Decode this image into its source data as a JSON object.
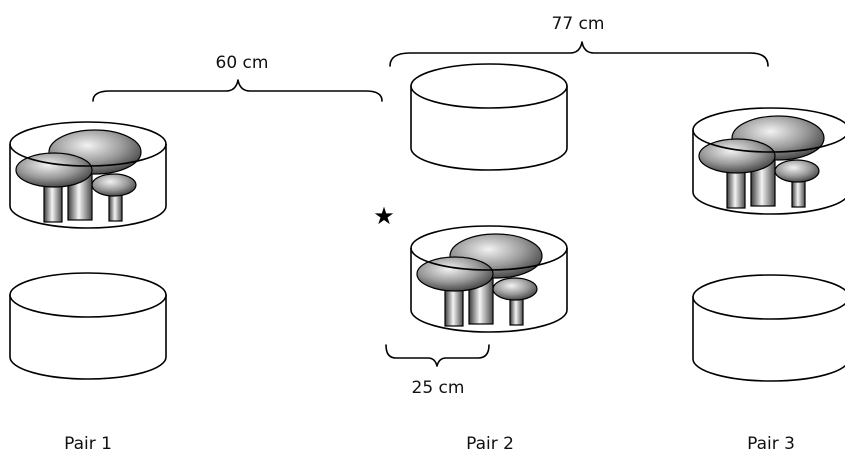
{
  "measurements": {
    "pair1_gap": "60 cm",
    "pair2_to_pair3": "77 cm",
    "container_diameter": "25 cm"
  },
  "pairs": [
    {
      "label": "Pair 1"
    },
    {
      "label": "Pair 2"
    },
    {
      "label": "Pair 3"
    }
  ],
  "marker": "★",
  "colors": {
    "stroke": "#000000",
    "mushroom_dark": "#4a4a4a",
    "mushroom_light": "#f0f0f0"
  }
}
